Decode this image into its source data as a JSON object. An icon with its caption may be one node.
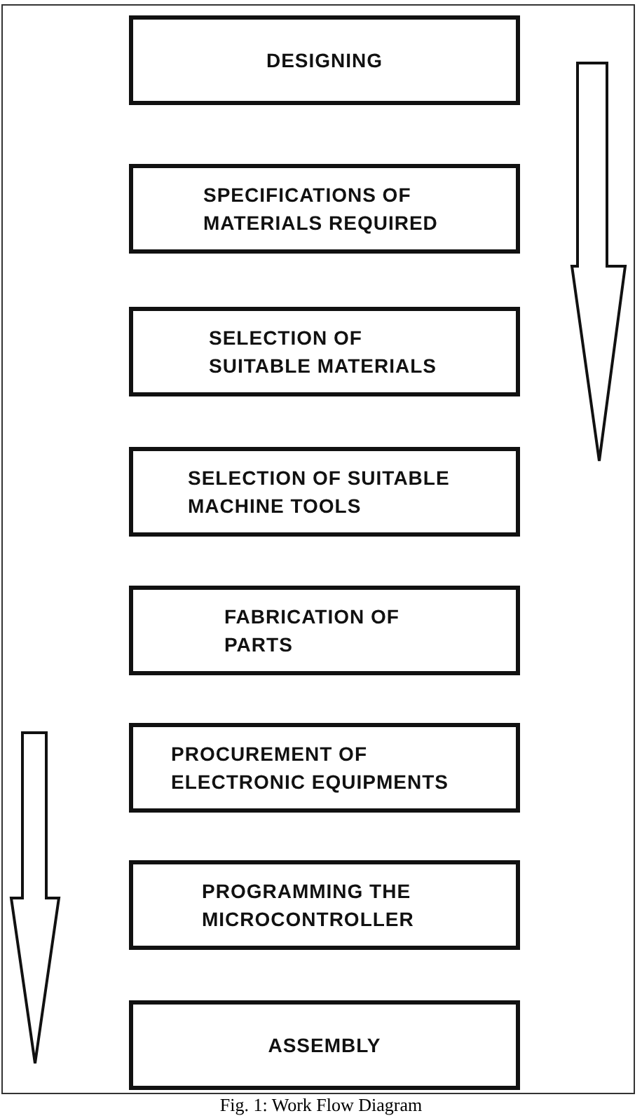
{
  "diagram": {
    "caption": "Fig. 1: Work Flow Diagram",
    "nodes": [
      {
        "text": [
          "DESIGNING"
        ]
      },
      {
        "text": [
          "SPECIFICATIONS OF MATERIALS REQUIRED"
        ]
      },
      {
        "text": [
          "SELECTION OF SUITABLE MATERIALS"
        ]
      },
      {
        "text": [
          "SELECTION OF SUITABLE MACHINE TOOLS"
        ]
      },
      {
        "text": [
          "FABRICATION OF PARTS"
        ]
      },
      {
        "text": [
          "PROCUREMENT OF ELECTRONIC EQUIPMENTS"
        ]
      },
      {
        "text": [
          "PROGRAMMING THE MICROCONTROLLER"
        ]
      },
      {
        "text": [
          "ASSEMBLY"
        ]
      }
    ]
  }
}
